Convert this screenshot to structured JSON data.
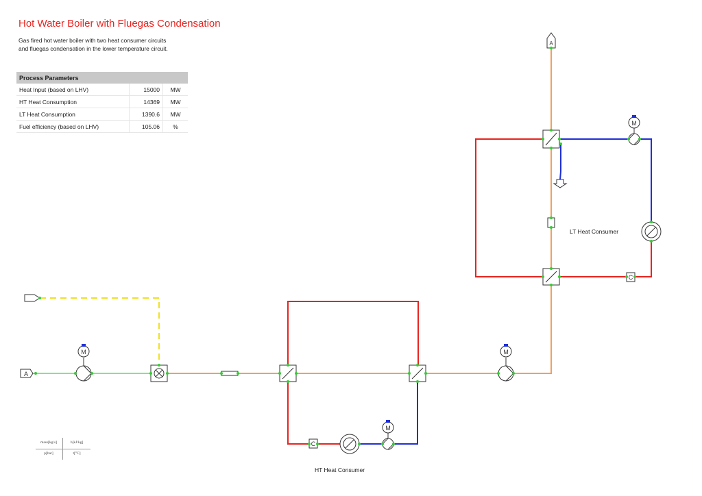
{
  "title": "Hot Water Boiler with Fluegas Condensation",
  "description": [
    "Gas fired hot water boiler with two heat consumer circuits",
    "and fluegas condensation in the lower temperature circuit."
  ],
  "params": {
    "header": "Process Parameters",
    "rows": [
      {
        "name": "Heat Input (based on LHV)",
        "value": "15000",
        "unit": "MW"
      },
      {
        "name": "HT Heat Consumption",
        "value": "14369",
        "unit": "MW"
      },
      {
        "name": "LT Heat Consumption",
        "value": "1390.6",
        "unit": "MW"
      },
      {
        "name": "Fuel efficiency (based on LHV)",
        "value": "105.06",
        "unit": "%"
      }
    ]
  },
  "labels": {
    "lt_consumer": "LT Heat Consumer",
    "ht_consumer": "HT Heat Consumer",
    "source_mark": "A",
    "sink_mark": "A"
  },
  "legend": {
    "mass": "mass[kg/s]",
    "enthalpy": "h[kJ/kg]",
    "pressure": "p[bar]",
    "temperature": "t[°C]"
  },
  "colors": {
    "hot_water": "#e8231f",
    "cold_water": "#1f2fd6",
    "fluegas": "#f0a060",
    "air": "#7fe87f",
    "fuel": "#f2e020",
    "node": "#33cc33"
  }
}
